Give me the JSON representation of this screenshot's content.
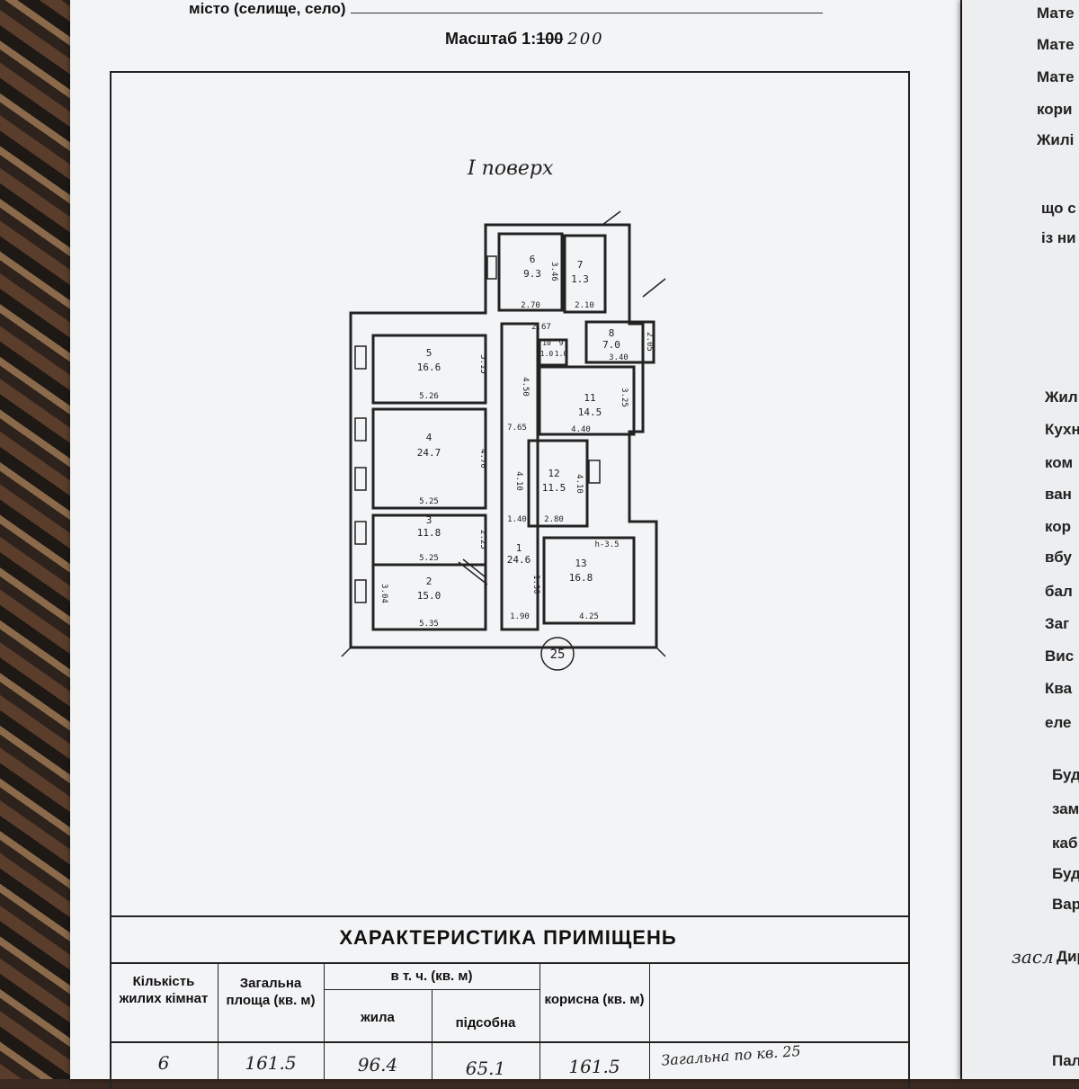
{
  "header": {
    "locality_label": "місто (селище, село)",
    "scale_label": "Масштаб 1:",
    "scale_struck": "100",
    "scale_written": "200"
  },
  "plan": {
    "floor_title": "I поверх",
    "building_number": "25",
    "rooms": [
      {
        "number": "1",
        "area": "24.6"
      },
      {
        "number": "2",
        "area": "15.0"
      },
      {
        "number": "3",
        "area": "11.8"
      },
      {
        "number": "4",
        "area": "24.7"
      },
      {
        "number": "5",
        "area": "16.6"
      },
      {
        "number": "6",
        "area": "9.3"
      },
      {
        "number": "7",
        "area": "1.3"
      },
      {
        "number": "8",
        "area": "7.0"
      },
      {
        "number": "9",
        "area": "1.0"
      },
      {
        "number": "10",
        "area": "1.0"
      },
      {
        "number": "11",
        "area": "14.5"
      },
      {
        "number": "12",
        "area": "11.5"
      },
      {
        "number": "13",
        "area": "16.8"
      }
    ],
    "dims": [
      "5.15",
      "5.26",
      "4.70",
      "5.25",
      "2.25",
      "5.25",
      "3.04",
      "5.35",
      "3.46",
      "2.70",
      "2.10",
      "2.67",
      "3.40",
      "2.05",
      "3.25",
      "4.40",
      "4.10",
      "2.80",
      "4.10",
      "1.40",
      "7.65",
      "4.50",
      "1.90",
      "1.90",
      "h-3.5",
      "4.25"
    ]
  },
  "table": {
    "title": "ХАРАКТЕРИСТИКА ПРИМІЩЕНЬ",
    "col_rooms": "Кількість жилих кімнат",
    "col_total": "Загальна площа (кв. м)",
    "col_incl": "в т. ч. (кв. м)",
    "col_living": "жила",
    "col_aux": "підсобна",
    "col_useful": "корисна (кв. м)",
    "row": {
      "rooms": "6",
      "total": "161.5",
      "living": "96.4",
      "aux": "65.1",
      "useful": "161.5",
      "note": "Загальна по кв. 25"
    }
  },
  "side_sheet": {
    "lines": [
      "Мате",
      "Мате",
      "Мате",
      "кори",
      "Жилі",
      "що с",
      "із ни",
      "Жил",
      "Кухн",
      "ком",
      "ван",
      "кор",
      "вбу",
      "бал",
      "Заг",
      "Вис",
      "Ква",
      "еле",
      "Буд",
      "зам",
      "каб",
      "Буд",
      "Вар",
      "Дир",
      "Пал"
    ],
    "signature": "засл"
  }
}
